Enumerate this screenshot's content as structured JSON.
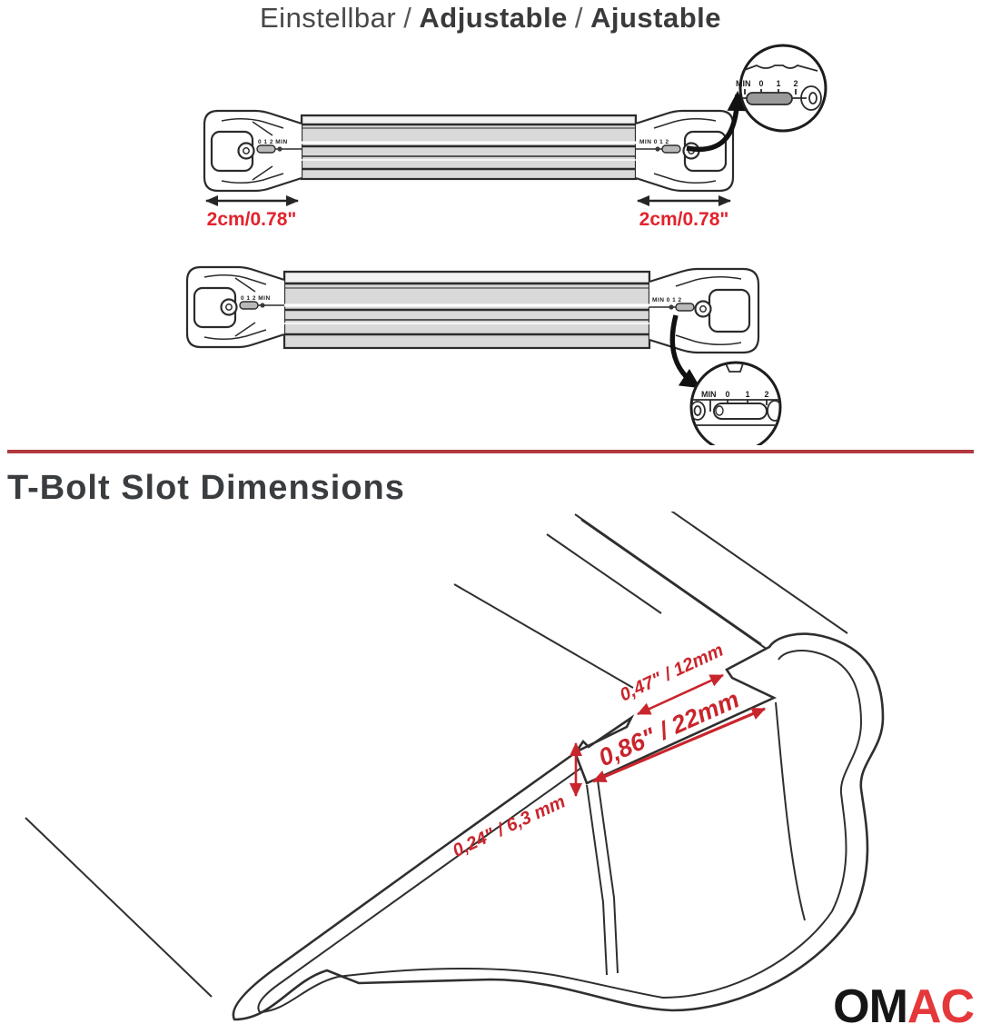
{
  "title": {
    "de": "Einstellbar",
    "sep": "/",
    "en": "Adjustable",
    "fr": "Ajustable"
  },
  "top": {
    "bar1": {
      "scale_left": "0 1 2 MIN",
      "scale_right": "MIN 0 1 2",
      "left_dim": "2cm/0.78\"",
      "right_dim": "2cm/0.78\""
    },
    "bar2": {
      "scale_left": "0 1 2 MIN",
      "scale_right": "MIN 0 1 2"
    },
    "callout1": {
      "min": "MIN",
      "n0": "0",
      "n1": "1",
      "n2": "2"
    },
    "callout2": {
      "min": "MIN",
      "n0": "0",
      "n1": "1",
      "n2": "2"
    }
  },
  "bottom": {
    "heading": "T-Bolt Slot Dimensions",
    "dims": {
      "opening": "0,47\" / 12mm",
      "inner_width": "0,86\" / 22mm",
      "depth": "0,24\" / 6,3 mm"
    }
  },
  "logo": {
    "om": "OM",
    "ac": "AC"
  },
  "colors": {
    "label_red": "#e2232d",
    "dim_red": "#c9252c",
    "divider_red": "#b23a3e",
    "logo_red": "#e5383b",
    "bar_gray": "#d9d9d9",
    "slot_gray": "#9a9a9a",
    "line_dark": "#2b2b2b",
    "text_dark": "#3a3d40"
  }
}
